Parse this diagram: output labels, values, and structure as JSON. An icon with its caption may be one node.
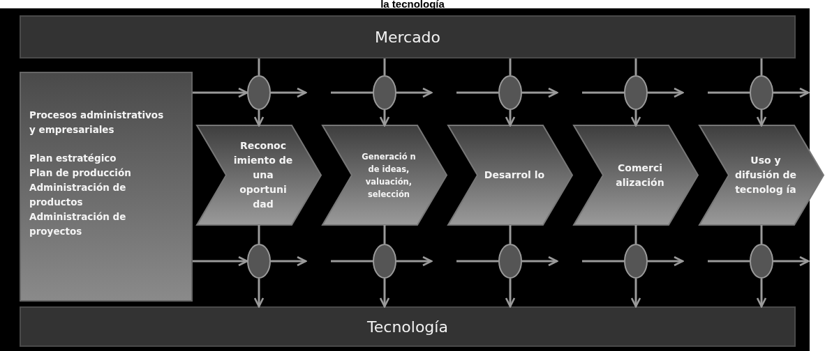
{
  "diagram": {
    "title": "la tecnología",
    "nodes": [
      {
        "text": [
          "Mercado"
        ]
      },
      {
        "text": [
          "Procesos administrativos y empresariales",
          "Plan estratégico",
          "Plan de producción",
          "Administración de productos",
          "Administración de proyectos"
        ]
      },
      {
        "text": [
          "Reconoc imiento de una oportuni dad"
        ]
      },
      {
        "text": [
          "Generació n de ideas, valuación, selección"
        ]
      },
      {
        "text": [
          "Desarrol lo"
        ]
      },
      {
        "text": [
          "Comerci alización"
        ]
      },
      {
        "text": [
          "Uso y difusión de tecnolog ía"
        ]
      },
      {
        "text": [
          "Tecnología"
        ]
      },
      {
        "text": [],
        "shape": "ellipse"
      },
      {
        "text": [],
        "shape": "ellipse"
      },
      {
        "text": [],
        "shape": "ellipse"
      },
      {
        "text": [],
        "shape": "ellipse"
      },
      {
        "text": [],
        "shape": "ellipse"
      },
      {
        "text": [],
        "shape": "ellipse"
      },
      {
        "text": [],
        "shape": "ellipse"
      },
      {
        "text": [],
        "shape": "ellipse"
      },
      {
        "text": [],
        "shape": "ellipse"
      },
      {
        "text": [],
        "shape": "ellipse"
      }
    ],
    "edges": [
      {
        "from": 0,
        "to": 8,
        "arrow": "none"
      },
      {
        "from": 8,
        "to": 2,
        "arrow": "to"
      },
      {
        "from": 1,
        "to": 8,
        "arrow": "to"
      },
      {
        "from": 8,
        "to": null,
        "arrow": "to"
      },
      {
        "from": 0,
        "to": 9,
        "arrow": "none"
      },
      {
        "from": 9,
        "to": 3,
        "arrow": "to"
      },
      {
        "from": null,
        "to": 9,
        "arrow": "none"
      },
      {
        "from": 9,
        "to": null,
        "arrow": "to"
      },
      {
        "from": 0,
        "to": 10,
        "arrow": "none"
      },
      {
        "from": 10,
        "to": 4,
        "arrow": "to"
      },
      {
        "from": null,
        "to": 10,
        "arrow": "none"
      },
      {
        "from": 10,
        "to": null,
        "arrow": "to"
      },
      {
        "from": 0,
        "to": 11,
        "arrow": "none"
      },
      {
        "from": 11,
        "to": 5,
        "arrow": "to"
      },
      {
        "from": null,
        "to": 11,
        "arrow": "none"
      },
      {
        "from": 11,
        "to": null,
        "arrow": "to"
      },
      {
        "from": 0,
        "to": 12,
        "arrow": "none"
      },
      {
        "from": 12,
        "to": 6,
        "arrow": "to"
      },
      {
        "from": null,
        "to": 12,
        "arrow": "none"
      },
      {
        "from": 12,
        "to": null,
        "arrow": "to"
      },
      {
        "from": 2,
        "to": 13,
        "arrow": "none"
      },
      {
        "from": 13,
        "to": 7,
        "arrow": "to"
      },
      {
        "from": 1,
        "to": 13,
        "arrow": "to"
      },
      {
        "from": 13,
        "to": null,
        "arrow": "to"
      },
      {
        "from": 3,
        "to": 14,
        "arrow": "none"
      },
      {
        "from": 14,
        "to": 7,
        "arrow": "to"
      },
      {
        "from": null,
        "to": 14,
        "arrow": "none"
      },
      {
        "from": 14,
        "to": null,
        "arrow": "to"
      },
      {
        "from": 4,
        "to": 15,
        "arrow": "none"
      },
      {
        "from": 15,
        "to": 7,
        "arrow": "to"
      },
      {
        "from": null,
        "to": 15,
        "arrow": "none"
      },
      {
        "from": 15,
        "to": null,
        "arrow": "to"
      },
      {
        "from": 5,
        "to": 16,
        "arrow": "none"
      },
      {
        "from": 16,
        "to": 7,
        "arrow": "to"
      },
      {
        "from": null,
        "to": 16,
        "arrow": "none"
      },
      {
        "from": 16,
        "to": null,
        "arrow": "to"
      },
      {
        "from": 6,
        "to": 17,
        "arrow": "none"
      },
      {
        "from": 17,
        "to": 7,
        "arrow": "to"
      },
      {
        "from": null,
        "to": 17,
        "arrow": "none"
      },
      {
        "from": 17,
        "to": null,
        "arrow": "to"
      }
    ]
  }
}
